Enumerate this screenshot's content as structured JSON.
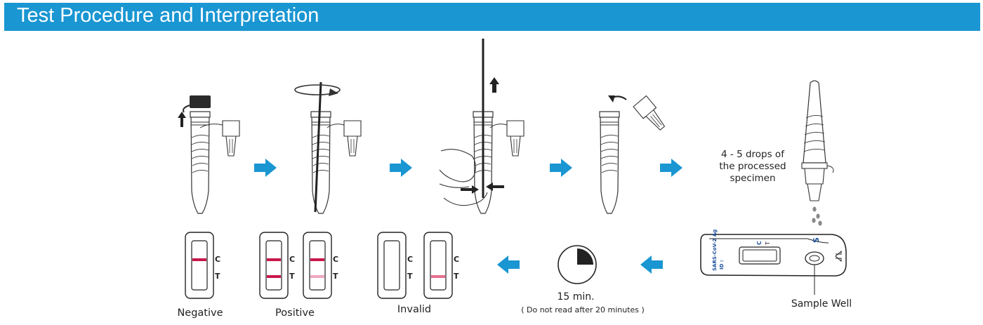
{
  "header": {
    "title": "Test Procedure and Interpretation"
  },
  "step5": {
    "instruction_lines": [
      "4 - 5 drops of",
      "the processed",
      "specimen"
    ]
  },
  "cassette": {
    "brand_label": "SARS-CoV-2 Ag",
    "id_label": "ID :",
    "control_mark": "C",
    "test_mark": "T",
    "sample_mark": "S"
  },
  "labels": {
    "sample_well": "Sample Well",
    "timer": "15 min.",
    "timer_note": "( Do not read after 20 minutes )",
    "negative": "Negative",
    "positive": "Positive",
    "invalid": "Invalid",
    "control_line": "C",
    "test_line": "T"
  },
  "colors": {
    "header_bg": "#1a96d2",
    "arrow": "#1a96d2",
    "line_strong": "#c8174b",
    "line_faint": "#f0a8c0"
  }
}
